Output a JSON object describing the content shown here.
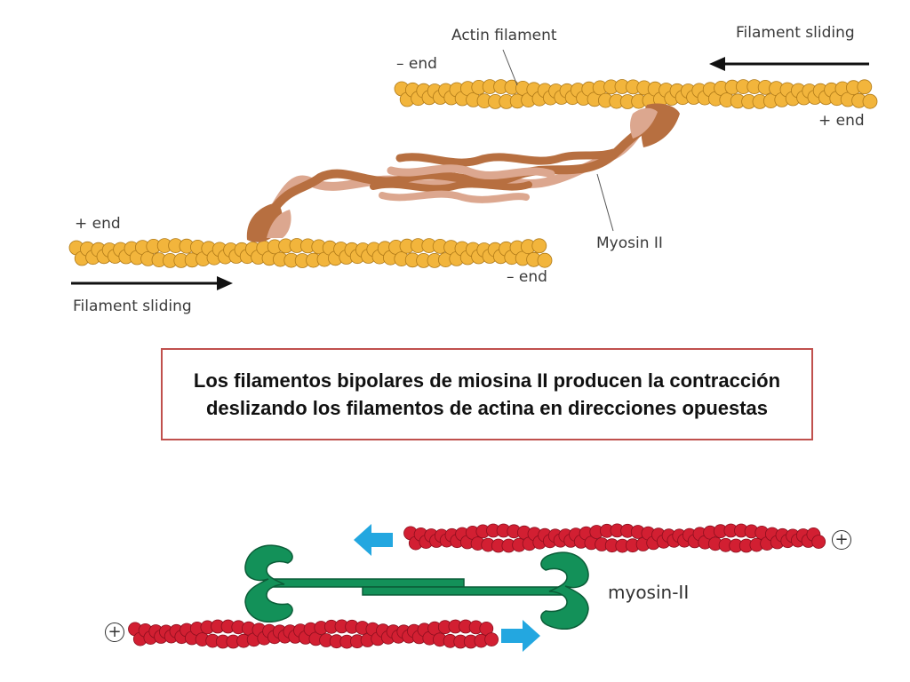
{
  "top": {
    "actin_label": "Actin filament",
    "minus_end_top": "– end",
    "plus_end_top": "+ end",
    "sliding_top": "Filament sliding",
    "plus_end_bottom": "+ end",
    "minus_end_bottom": "– end",
    "sliding_bottom": "Filament sliding",
    "myosin_label": "Myosin II"
  },
  "caption": "Los filamentos bipolares de miosina II producen la contracción deslizando los filamentos de actina en direcciones opuestas",
  "bottom": {
    "myosin_label": "myosin-II",
    "plus_right": "+",
    "plus_left": "+"
  },
  "colors": {
    "actin_gold": "#f2b53c",
    "myosin_brown": "#b76f40",
    "myosin_tan": "#dca78f",
    "actin_red": "#d21f32",
    "myosin_green": "#139159",
    "arrow_blue": "#23a7e0",
    "caption_border": "#c0504d"
  }
}
